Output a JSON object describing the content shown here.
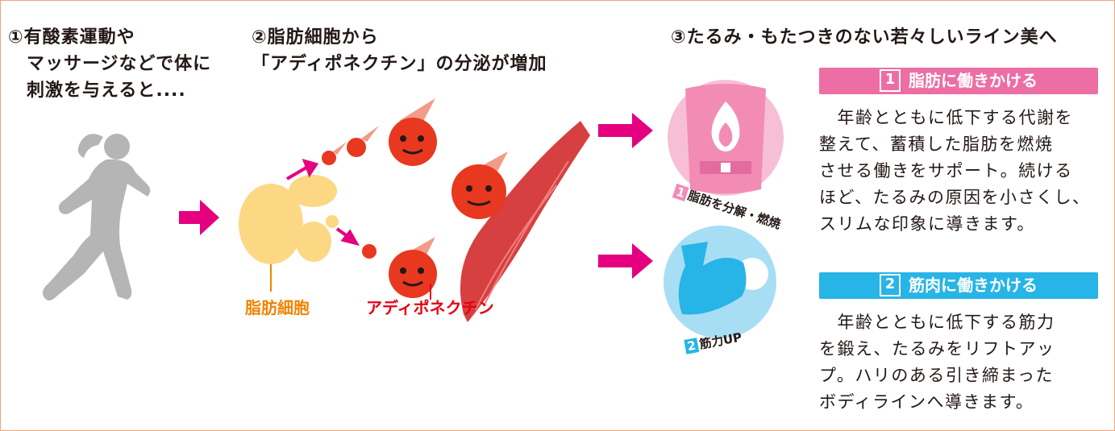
{
  "steps": [
    {
      "lines": [
        "①有酸素運動や",
        "　マッサージなどで体に",
        "　刺激を与えると...."
      ]
    },
    {
      "lines": [
        "②脂肪細胞から",
        "「アディポネクチン」の分泌が増加"
      ]
    },
    {
      "lines": [
        "③たるみ・もたつきのない若々しいライン美へ"
      ]
    }
  ],
  "labels": {
    "fat_cell": "脂肪細胞",
    "adiponectin": "アディポネクチン"
  },
  "badges": {
    "fat": {
      "num": "1",
      "text": "脂肪を分解・燃焼"
    },
    "muscle": {
      "num": "2",
      "text": "筋力UP"
    }
  },
  "sections": [
    {
      "num": "1",
      "title": "脂肪に働きかける",
      "lines": [
        "　年齢とともに低下する代謝を",
        "整えて、蓄積した脂肪を燃焼",
        "させる働きをサポート。続ける",
        "ほど、たるみの原因を小さくし、",
        "スリムな印象に導きます。"
      ]
    },
    {
      "num": "2",
      "title": "筋肉に働きかける",
      "lines": [
        "　年齢とともに低下する筋力",
        "を鍛え、たるみをリフトアッ",
        "プ。ハリのある引き締まった",
        "ボディラインへ導きます。"
      ]
    }
  ],
  "colors": {
    "pink": "#e4007f",
    "pink_head": "#ec6ea4",
    "blue_head": "#27b4e6",
    "orange_label": "#f08300",
    "red_label": "#e60012",
    "fat": "#fdd884",
    "ball": "#e83820",
    "muscle": "#d64040",
    "runner": "#b5b5b5",
    "circle_pink": "#f28cb5",
    "circle_blue": "#a7def4"
  },
  "icons": [
    "runner-silhouette",
    "fat-cell-cluster",
    "adiponectin-ball",
    "muscle-fiber",
    "belly-flame-icon",
    "flexed-arm-icon",
    "arrow-right"
  ]
}
